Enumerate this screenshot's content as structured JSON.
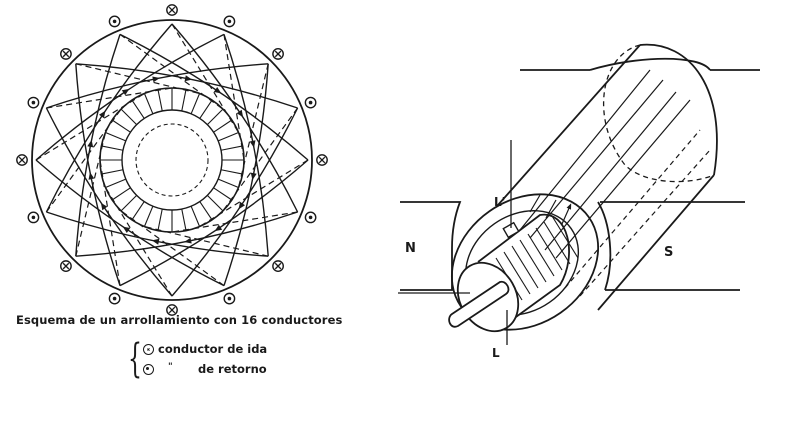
{
  "caption": "Esquema de un arrollamiento con 16 conductores",
  "legend": {
    "items": [
      {
        "symbol": "cross-circle-icon",
        "label": "conductor de ida"
      },
      {
        "symbol": "dot-circle-icon",
        "label": "\"",
        "label2": "de retorno"
      }
    ]
  },
  "machine_labels": {
    "north": "N",
    "south": "S",
    "brush_top": "L'",
    "brush_bottom": "L"
  },
  "winding": {
    "conductors": 16
  }
}
